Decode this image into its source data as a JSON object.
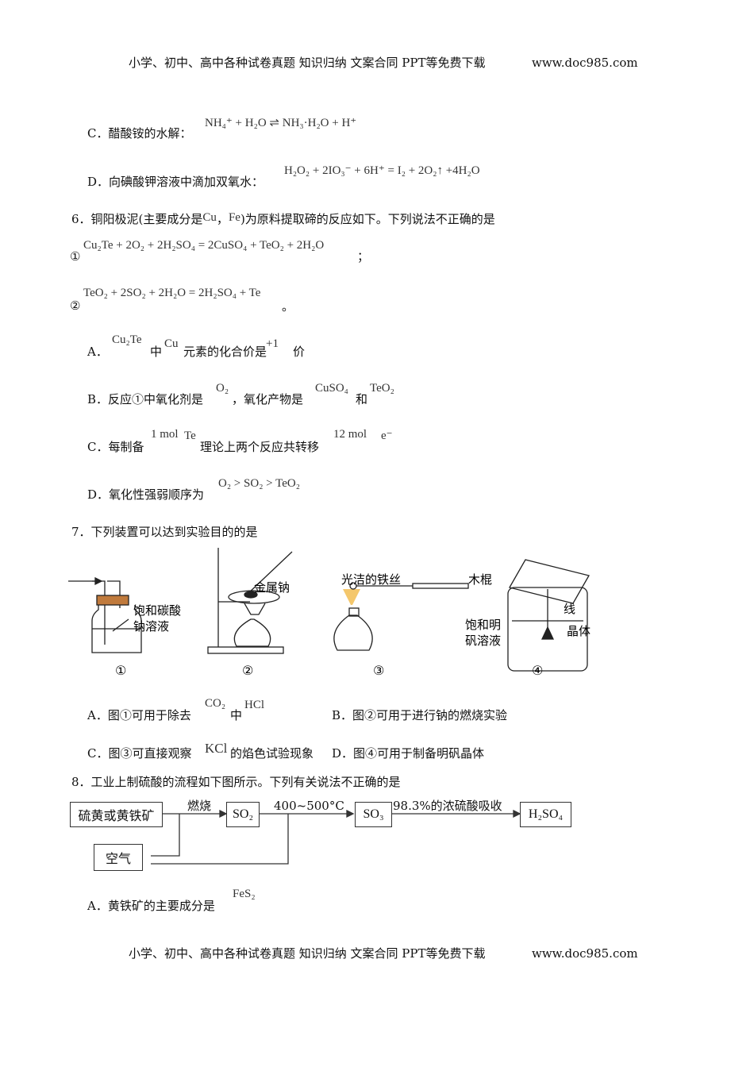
{
  "header": {
    "text": "小学、初中、高中各种试卷真题  知识归纳  文案合同  PPT等免费下载",
    "site": "www.doc985.com"
  },
  "q5": {
    "c_label": "C．醋酸铵的水解：",
    "c_formula": "NH₄⁺ + H₂O ⇌ NH₃·H₂O + H⁺",
    "d_label": "D．向碘酸钾溶液中滴加双氧水：",
    "d_formula": "H₂O₂ + 2IO₃⁻ + 6H⁺ = I₂ + 2O₂↑ +4H₂O"
  },
  "q6": {
    "stem_a": "6．铜阳极泥(主要成分是",
    "cu": "Cu",
    "comma": "，",
    "fe": "Fe",
    "stem_b": ")为原料提取碲的反应如下。下列说法不正确的是",
    "r1_mark": "①",
    "r1": "Cu₂Te + 2O₂ + 2H₂SO₄ = 2CuSO₄ + TeO₂ + 2H₂O",
    "r1_end": "；",
    "r2_mark": "②",
    "r2": "TeO₂ + 2SO₂ + 2H₂O = 2H₂SO₄ + Te",
    "r2_end": "。",
    "a": {
      "label": "A．",
      "f1": "Cu₂Te",
      "t1": "中",
      "f2": "Cu",
      "t2": "元素的化合价是",
      "f3": "+1",
      "t3": "价"
    },
    "b": {
      "label": "B．反应①中氧化剂是",
      "f1": "O₂",
      "t1": "，氧化产物是",
      "f2": "CuSO₄",
      "t2": "和",
      "f3": "TeO₂"
    },
    "c": {
      "label": "C．每制备",
      "f1": "1 mol",
      "f2": "Te",
      "t1": "理论上两个反应共转移",
      "f3": "12 mol",
      "f4": "e⁻"
    },
    "d": {
      "label": "D．氧化性强弱顺序为",
      "f1": "O₂ > SO₂ > TeO₂"
    }
  },
  "q7": {
    "stem": "7．下列装置可以达到实验目的的是",
    "figure": {
      "fig1_label": "饱和碳酸",
      "fig1_label2": "钠溶液",
      "fig1_num": "①",
      "fig2_label": "金属钠",
      "fig2_num": "②",
      "fig3_label": "光洁的铁丝",
      "fig3_num": "③",
      "fig4_labels": [
        "木棍",
        "线",
        "饱和明",
        "矾溶液",
        "晶体"
      ],
      "fig4_num": "④"
    },
    "a": {
      "label": "A．图①可用于除去",
      "f1": "CO₂",
      "t1": "中",
      "f2": "HCl"
    },
    "b": {
      "label": "B．图②可用于进行钠的燃烧实验"
    },
    "c": {
      "label": "C．图③可直接观察",
      "f1": "KCl",
      "t1": "的焰色试验现象"
    },
    "d": {
      "label": "D．图④可用于制备明矾晶体"
    }
  },
  "q8": {
    "stem": "8．工业上制硫酸的流程如下图所示。下列有关说法不正确的是",
    "flow": {
      "raw": "硫黄或黄铁矿",
      "step1": "燃烧",
      "so2": "SO₂",
      "step2": "400~500°C",
      "so3": "SO₃",
      "step3": "98.3%的浓硫酸吸收",
      "h2so4": "H₂SO₄",
      "air": "空气"
    },
    "a": {
      "label": "A．黄铁矿的主要成分是",
      "f1": "FeS₂"
    }
  },
  "footer": {
    "text": "小学、初中、高中各种试卷真题  知识归纳  文案合同  PPT等免费下载",
    "site": "www.doc985.com"
  }
}
